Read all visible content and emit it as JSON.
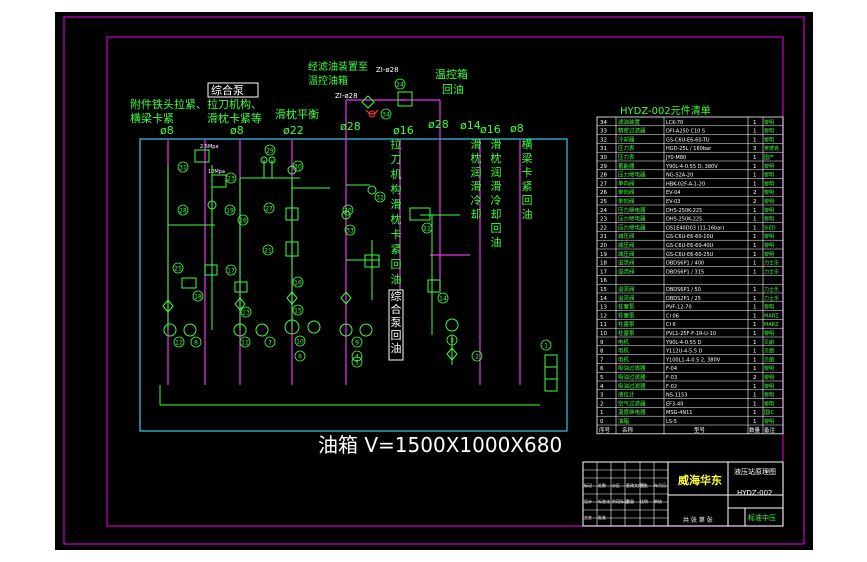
{
  "drawing": {
    "labels": {
      "attach_pump": "附件铁头拉紧、拉刀机构、",
      "attach_pump2": "横梁卡紧",
      "combined_pump": "综合泵",
      "ram_pump": "滑枕卡紧等",
      "ram_balance": "滑枕平衡",
      "filter_note1": "经滤油装置至",
      "filter_note2": "温控油箱",
      "temp_box1": "温控箱",
      "temp_box2": "回油",
      "pipe_a": "ø8",
      "pipe_b": "ø8",
      "pipe_c": "ø22",
      "pipe_d": "ø28",
      "pipe_e": "ø16",
      "pipe_f": "ø28",
      "pipe_g": "ø14",
      "pipe_h": "ø16",
      "pipe_i": "ø8",
      "vert_1": "拉刀机构滑枕卡紧回油",
      "vert_2": "综合泵回油",
      "vert_3": "滑枕润滑冷却",
      "vert_4": "滑枕润滑冷却回油",
      "vert_5": "横梁卡紧回油",
      "zi_1": "ZI-ø28",
      "zi_2": "ZI-ø28",
      "gauge_1": "2.5Mpa",
      "gauge_2": "10Mpa",
      "oil_tank": "油箱 V=1500X1000X680"
    },
    "bubble_numbers": [
      "31",
      "23",
      "24",
      "25",
      "26",
      "28",
      "29",
      "30",
      "32",
      "33",
      "27",
      "22",
      "21",
      "20",
      "19",
      "18",
      "17",
      "16",
      "15",
      "14",
      "13",
      "12",
      "11",
      "10",
      "9",
      "8",
      "7",
      "6",
      "5",
      "4",
      "3",
      "2",
      "1",
      "34"
    ]
  },
  "bom": {
    "title": "HYDZ-002元件清单",
    "header": {
      "seq": "序号",
      "name": "名称",
      "model": "型号",
      "qty": "数量",
      "note": "备注"
    },
    "rows": [
      {
        "seq": "34",
        "name": "滤油装置",
        "model": "LCK-70",
        "qty": "1",
        "note": "黎明"
      },
      {
        "seq": "33",
        "name": "精密过滤器",
        "model": "DFI-A250 C10 S",
        "qty": "1",
        "note": "黎明"
      },
      {
        "seq": "32",
        "name": "冷却器",
        "model": "GS-C6U-E6-60-TU",
        "qty": "1",
        "note": "黎明"
      },
      {
        "seq": "31",
        "name": "压力表",
        "model": "HGD-25L / 160bar",
        "qty": "3",
        "note": "贺德克"
      },
      {
        "seq": "30",
        "name": "压力表",
        "model": "JY0-M80",
        "qty": "1",
        "note": "国产"
      },
      {
        "seq": "29",
        "name": "蓄能器",
        "model": "Y90L-4-0.55 D, 380V",
        "qty": "1",
        "note": "黎明"
      },
      {
        "seq": "28",
        "name": "压力继电器",
        "model": "NG-S2A-20",
        "qty": "1",
        "note": "黎明"
      },
      {
        "seq": "27",
        "name": "单向阀",
        "model": "HBK-02F-A-1-20",
        "qty": "1",
        "note": "黎明"
      },
      {
        "seq": "26",
        "name": "单向阀",
        "model": "EV-04",
        "qty": "2",
        "note": "黎明"
      },
      {
        "seq": "25",
        "name": "单向阀",
        "model": "EV-03",
        "qty": "2",
        "note": "黎明"
      },
      {
        "seq": "24",
        "name": "压力继电器",
        "model": "DHS-250K-225",
        "qty": "1",
        "note": "黎明"
      },
      {
        "seq": "23",
        "name": "压力继电器",
        "model": "DHS-250K-225",
        "qty": "1",
        "note": "黎明"
      },
      {
        "seq": "22",
        "name": "压力继电器",
        "model": "DS1E40D03 (11-16bar)",
        "qty": "1",
        "note": "SIED"
      },
      {
        "seq": "21",
        "name": "减压阀",
        "model": "GS-C6U-E6-60-10U",
        "qty": "1",
        "note": "黎明"
      },
      {
        "seq": "20",
        "name": "减压阀",
        "model": "GS-C6U-E6-60-40U",
        "qty": "1",
        "note": "黎明"
      },
      {
        "seq": "19",
        "name": "减压阀",
        "model": "GS-C6U-E6-60-25U",
        "qty": "1",
        "note": "黎明"
      },
      {
        "seq": "18",
        "name": "溢流阀",
        "model": "DBDS6P1 / 400",
        "qty": "1",
        "note": "力士乐"
      },
      {
        "seq": "17",
        "name": "溢流阀",
        "model": "DBDS6P1 / 315",
        "qty": "1",
        "note": "力士乐"
      },
      {
        "seq": "16",
        "name": "",
        "model": "",
        "qty": "",
        "note": ""
      },
      {
        "seq": "15",
        "name": "溢流阀",
        "model": "DBDS6P1 / 50",
        "qty": "1",
        "note": "力士乐"
      },
      {
        "seq": "14",
        "name": "溢流阀",
        "model": "DBDS2P1 / 25",
        "qty": "1",
        "note": "力士乐"
      },
      {
        "seq": "13",
        "name": "柱塞泵",
        "model": "PVF-12-70",
        "qty": "1",
        "note": "黎明"
      },
      {
        "seq": "12",
        "name": "柱塞泵",
        "model": "CI 06",
        "qty": "1",
        "note": "MARZ"
      },
      {
        "seq": "11",
        "name": "柱塞泵",
        "model": "CI 6",
        "qty": "1",
        "note": "MARZ"
      },
      {
        "seq": "10",
        "name": "柱塞泵",
        "model": "PVL1-25F-F-1R-U-10",
        "qty": "1",
        "note": "黎明"
      },
      {
        "seq": "9",
        "name": "电机",
        "model": "Y90L-4-0.55 D",
        "qty": "1",
        "note": "贝朗"
      },
      {
        "seq": "8",
        "name": "电机",
        "model": "Y112U-4-5.5 D",
        "qty": "1",
        "note": "贝朗"
      },
      {
        "seq": "7",
        "name": "电机",
        "model": "Y100L1-4-0.5 2, 380V",
        "qty": "1",
        "note": "贝朗"
      },
      {
        "seq": "6",
        "name": "吸油过滤器",
        "model": "F-04",
        "qty": "1",
        "note": "黎明"
      },
      {
        "seq": "5",
        "name": "吸油过滤器",
        "model": "F-03",
        "qty": "2",
        "note": "黎明"
      },
      {
        "seq": "4",
        "name": "吸油过滤器",
        "model": "F-02",
        "qty": "1",
        "note": "黎明"
      },
      {
        "seq": "3",
        "name": "液位计",
        "model": "NS-1153",
        "qty": "1",
        "note": "黎明"
      },
      {
        "seq": "2",
        "name": "空气过滤器",
        "model": "EF3-40",
        "qty": "1",
        "note": "黎明"
      },
      {
        "seq": "1",
        "name": "温度继电器",
        "model": "MSG-4N11",
        "qty": "1",
        "note": "国IC"
      },
      {
        "seq": "0",
        "name": "油箱",
        "model": "LS-5",
        "qty": "1",
        "note": "黎明"
      }
    ]
  },
  "title_block": {
    "company": "威海华东",
    "drawing_name": "液压站原理图",
    "drawing_no": "HYDZ-002",
    "right_tag": "标准中压",
    "stamp": "共 张 第 张",
    "cells": [
      "标记",
      "处数",
      "分区",
      "更改文件号",
      "签名",
      "年月日",
      "设计",
      "标准化",
      "阶段标记",
      "重量",
      "比例",
      "审核",
      "工艺",
      "批准"
    ]
  },
  "colors": {
    "background": "#000000",
    "frame": "#cc00cc",
    "line_green": "#3cff3c",
    "line_magenta": "#ee33ee",
    "line_cyan": "#33ccee",
    "red": "#ff3333",
    "text_white": "#ffffff",
    "text_yellow": "#ffff33"
  }
}
